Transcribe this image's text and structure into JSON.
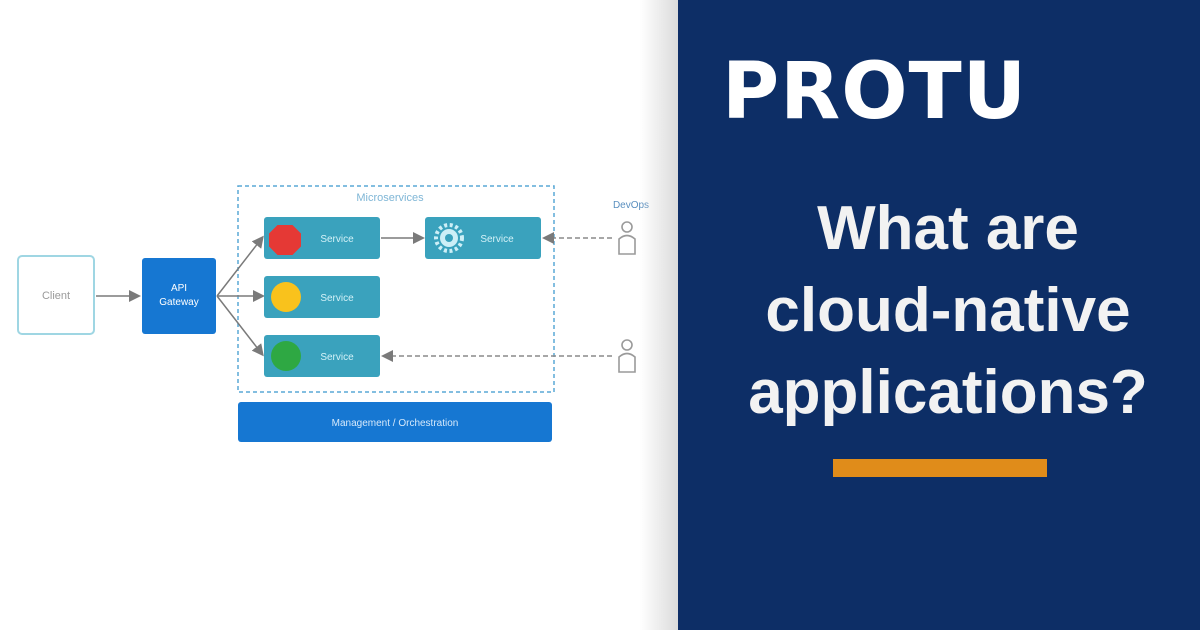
{
  "brand": {
    "name": "PROTU"
  },
  "headline": {
    "lines": [
      "What are",
      "cloud-native",
      "applications?"
    ]
  },
  "colors": {
    "panel": "#0d2e66",
    "accent": "#e08c1a",
    "node_blue": "#1677d2",
    "service_teal": "#3aa2bd",
    "status_red": "#e53935",
    "status_yellow": "#f9c21c",
    "status_green": "#2ea843"
  },
  "diagram": {
    "client": "Client",
    "gateway": [
      "API",
      "Gateway"
    ],
    "group_title": "Microservices",
    "services": [
      "Service",
      "Service",
      "Service",
      "Service"
    ],
    "devops": "DevOps",
    "management": "Management / Orchestration",
    "icons": {
      "status": [
        "red-octagon-icon",
        "yellow-circle-icon",
        "green-circle-icon"
      ],
      "service": "gear-icon",
      "person": "person-icon"
    }
  }
}
